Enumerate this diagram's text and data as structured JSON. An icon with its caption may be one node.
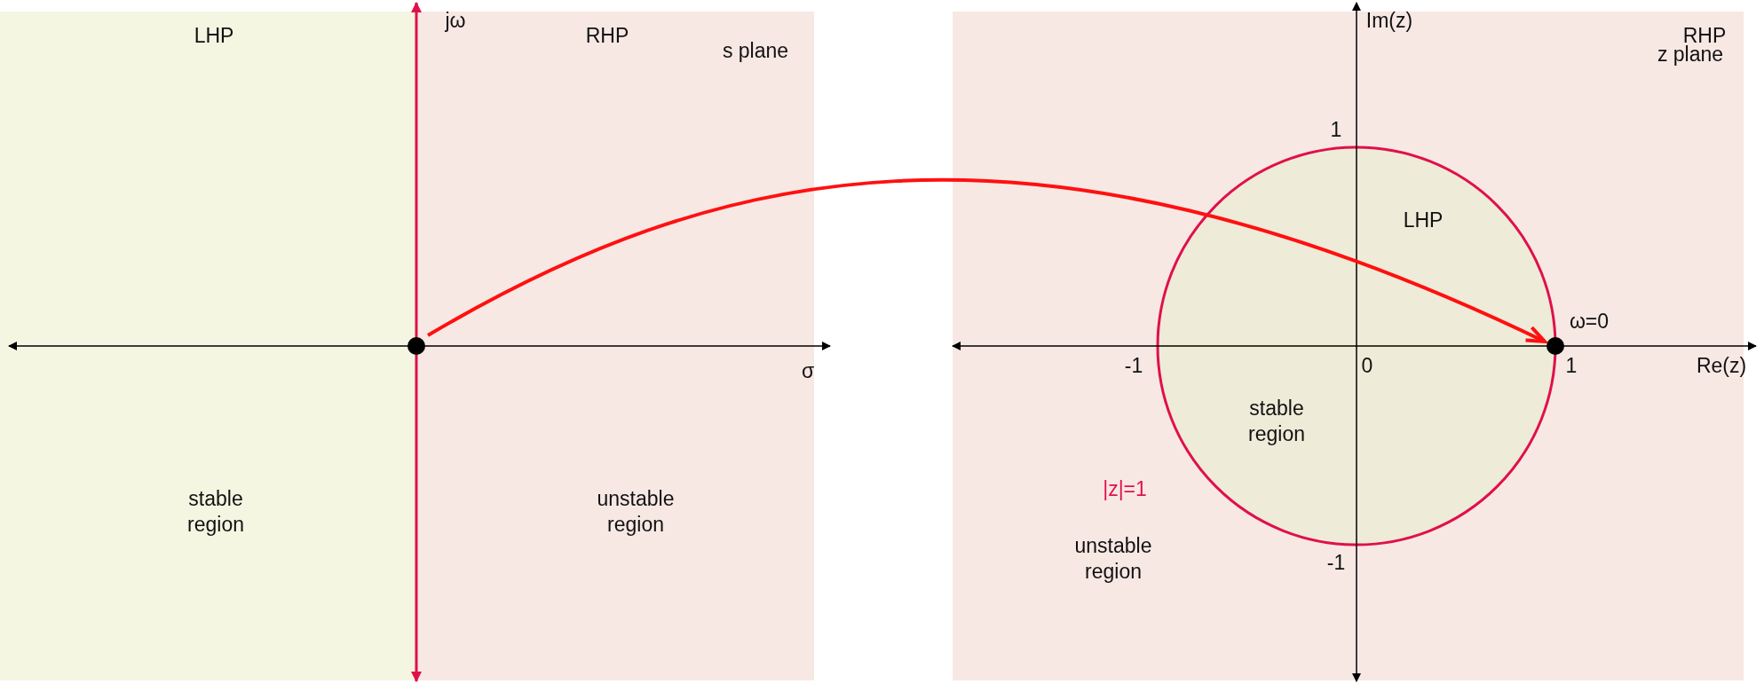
{
  "diagram": {
    "nodes": [
      {
        "text": [],
        "shape": "circle"
      },
      {
        "text": [],
        "shape": "circle",
        "beside": [
          "ω=0"
        ]
      }
    ],
    "edges": [
      {
        "from": 0,
        "to": 1,
        "arrow": "to"
      }
    ],
    "labels": [
      "LHP",
      "jω",
      "RHP",
      "s plane",
      "σ",
      "stable region",
      "unstable region",
      "Im(z)",
      "RHP",
      "z plane",
      "1",
      "LHP",
      "-1",
      "0",
      "1",
      "Re(z)",
      "stable region",
      "|z|=1",
      "-1",
      "unstable region"
    ]
  }
}
